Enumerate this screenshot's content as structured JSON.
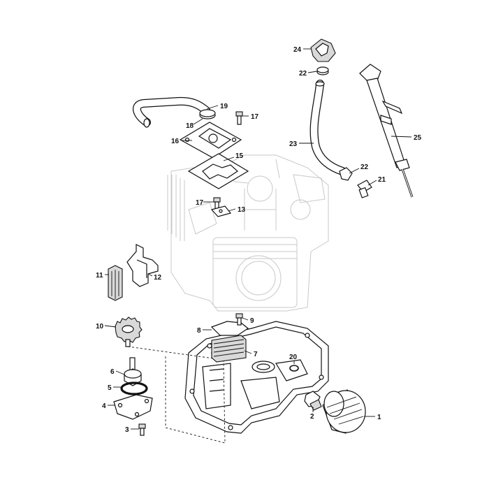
{
  "callouts": [
    {
      "num": "1"
    },
    {
      "num": "2"
    },
    {
      "num": "3"
    },
    {
      "num": "4"
    },
    {
      "num": "5"
    },
    {
      "num": "6"
    },
    {
      "num": "7"
    },
    {
      "num": "8"
    },
    {
      "num": "9"
    },
    {
      "num": "10"
    },
    {
      "num": "11"
    },
    {
      "num": "12"
    },
    {
      "num": "13"
    },
    {
      "num": "15"
    },
    {
      "num": "16"
    },
    {
      "num": "17"
    },
    {
      "num": "17"
    },
    {
      "num": "18"
    },
    {
      "num": "19"
    },
    {
      "num": "20"
    },
    {
      "num": "21"
    },
    {
      "num": "22"
    },
    {
      "num": "22"
    },
    {
      "num": "23"
    },
    {
      "num": "24"
    },
    {
      "num": "25"
    }
  ]
}
